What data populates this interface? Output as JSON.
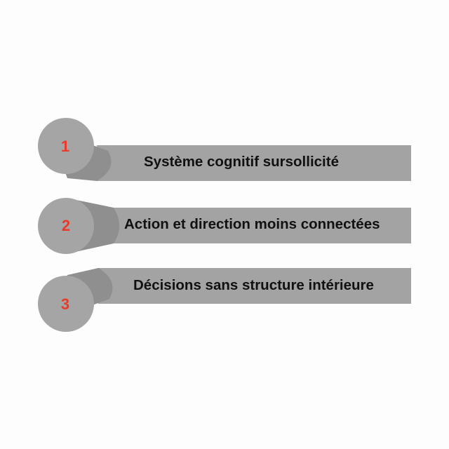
{
  "steps": [
    {
      "number": "1",
      "label": "Système cognitif sursollicité"
    },
    {
      "number": "2",
      "label": "Action et direction moins connectées"
    },
    {
      "number": "3",
      "label": "Décisions sans structure intérieure"
    }
  ],
  "colors": {
    "band": "#a3a3a3",
    "circle": "#a5a5a5",
    "shadow": "#8f8f8f",
    "number": "#ea3b2a",
    "text": "#111111",
    "background": "#fdfdfd"
  }
}
